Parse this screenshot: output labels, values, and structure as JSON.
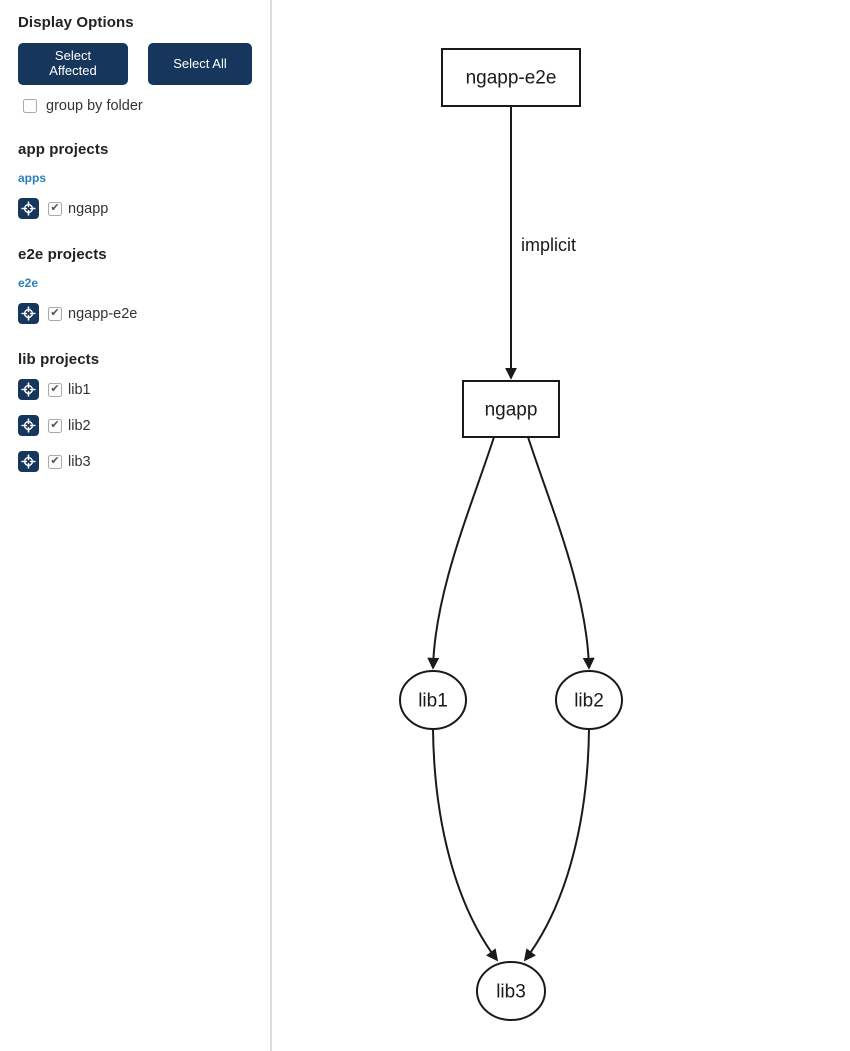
{
  "sidebar": {
    "title": "Display Options",
    "select_affected_label": "Select Affected",
    "select_all_label": "Select All",
    "group_by_folder": {
      "label": "group by folder",
      "checked": false
    },
    "sections": [
      {
        "heading": "app projects",
        "folder_link": "apps",
        "projects": [
          {
            "name": "ngapp",
            "checked": true
          }
        ]
      },
      {
        "heading": "e2e projects",
        "folder_link": "e2e",
        "projects": [
          {
            "name": "ngapp-e2e",
            "checked": true
          }
        ]
      },
      {
        "heading": "lib projects",
        "folder_link": null,
        "projects": [
          {
            "name": "lib1",
            "checked": true
          },
          {
            "name": "lib2",
            "checked": true
          },
          {
            "name": "lib3",
            "checked": true
          }
        ]
      }
    ]
  },
  "graph": {
    "nodes": {
      "ngapp_e2e": {
        "label": "ngapp-e2e",
        "shape": "rect"
      },
      "ngapp": {
        "label": "ngapp",
        "shape": "rect"
      },
      "lib1": {
        "label": "lib1",
        "shape": "ellipse"
      },
      "lib2": {
        "label": "lib2",
        "shape": "ellipse"
      },
      "lib3": {
        "label": "lib3",
        "shape": "ellipse"
      }
    },
    "edges": [
      {
        "source": "ngapp-e2e",
        "target": "ngapp",
        "label": "implicit"
      },
      {
        "source": "ngapp",
        "target": "lib1",
        "label": ""
      },
      {
        "source": "ngapp",
        "target": "lib2",
        "label": ""
      },
      {
        "source": "lib1",
        "target": "lib3",
        "label": ""
      },
      {
        "source": "lib2",
        "target": "lib3",
        "label": ""
      }
    ]
  },
  "colors": {
    "accent_navy": "#17365c",
    "link_blue": "#2980b9",
    "edge_stroke": "#1a1a1a",
    "divider": "#dddddd"
  }
}
